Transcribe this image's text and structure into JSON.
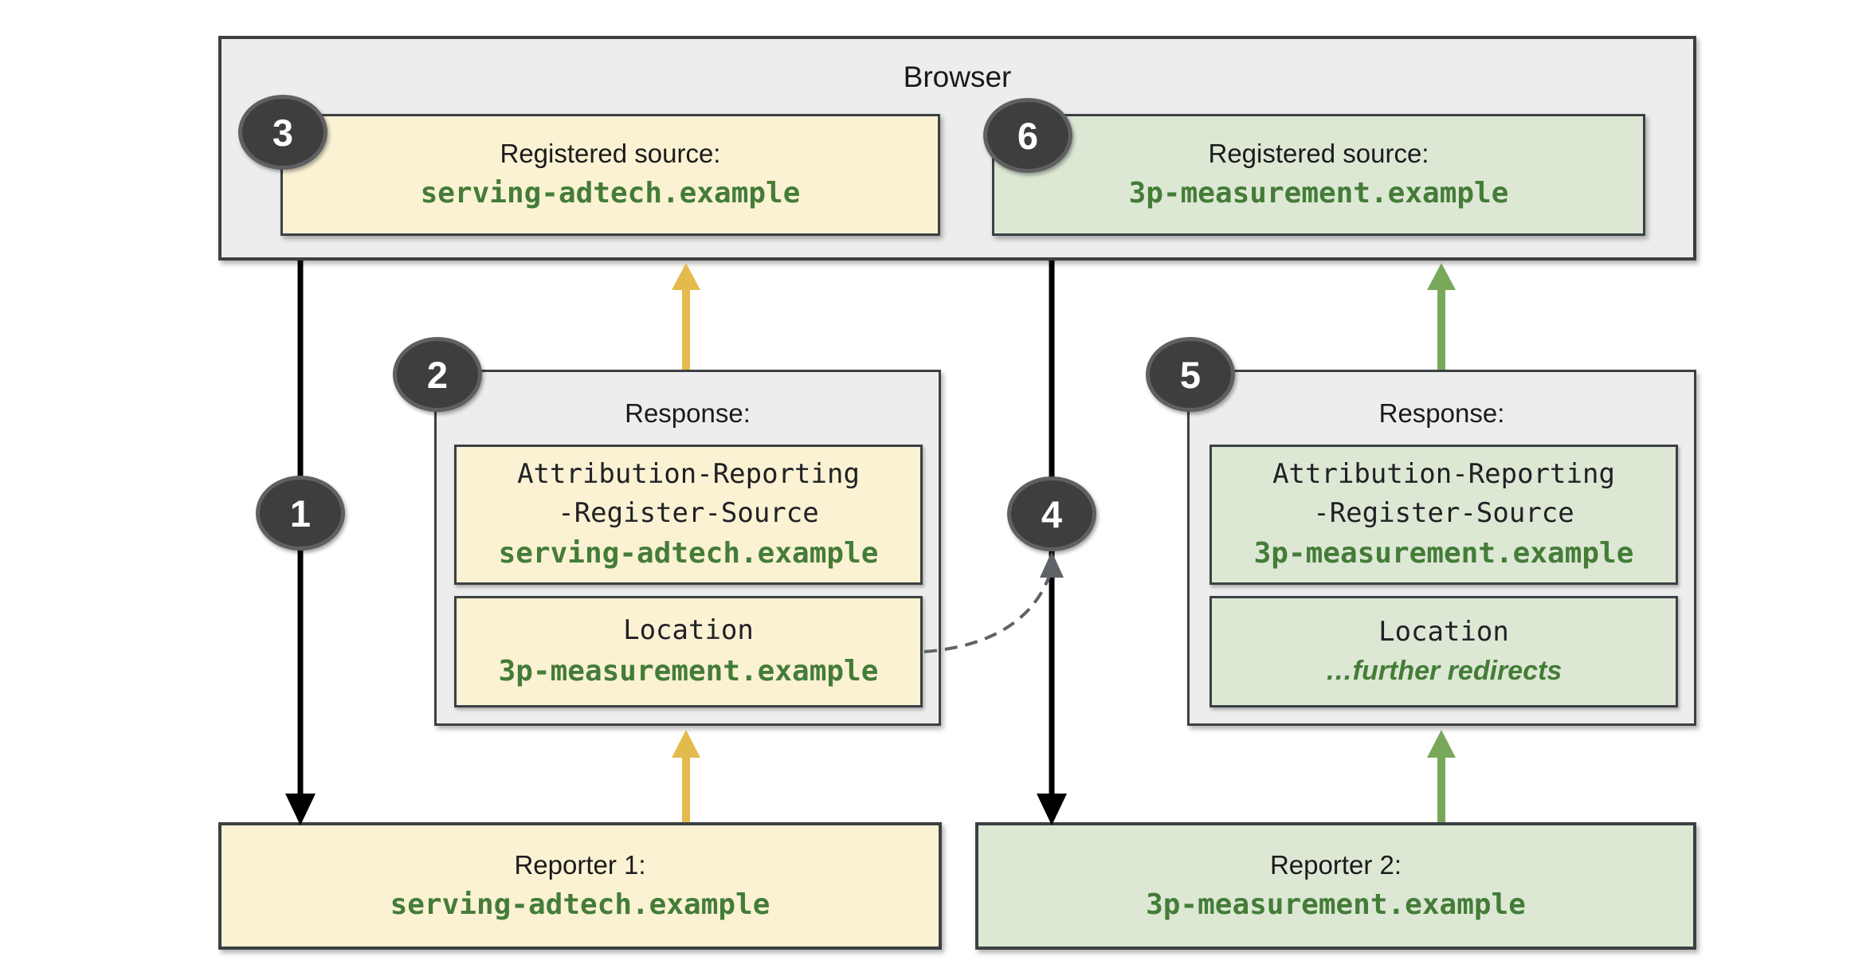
{
  "browser": {
    "title": "Browser"
  },
  "registered_sources": [
    {
      "badge": "3",
      "label": "Registered source:",
      "domain": "serving-adtech.example",
      "theme": "yellow"
    },
    {
      "badge": "6",
      "label": "Registered source:",
      "domain": "3p-measurement.example",
      "theme": "green"
    }
  ],
  "responses": [
    {
      "badge": "2",
      "title": "Response:",
      "header_line1": "Attribution-Reporting",
      "header_line2": "-Register-Source",
      "header_value": "serving-adtech.example",
      "location_label": "Location",
      "location_value": "3p-measurement.example",
      "theme": "yellow"
    },
    {
      "badge": "5",
      "title": "Response:",
      "header_line1": "Attribution-Reporting",
      "header_line2": "-Register-Source",
      "header_value": "3p-measurement.example",
      "location_label": "Location",
      "location_value": "…further redirects",
      "theme": "green"
    }
  ],
  "reporters": [
    {
      "label": "Reporter 1:",
      "domain": "serving-adtech.example",
      "theme": "yellow"
    },
    {
      "label": "Reporter 2:",
      "domain": "3p-measurement.example",
      "theme": "green"
    }
  ],
  "flow_badges": [
    {
      "number": "1"
    },
    {
      "number": "4"
    }
  ],
  "colors": {
    "yellow_fill": "#faf2d3",
    "green_fill": "#dce8d4",
    "gray_fill": "#ededed",
    "box_border": "#3c4043",
    "green_text": "#447c38",
    "black_arrow": "#000000",
    "yellow_arrow": "#e5ba4d",
    "green_arrow": "#7aa85b",
    "dashed_arrow": "#5f6368",
    "badge_fill": "#3e3e3e",
    "badge_text": "#ffffff"
  }
}
